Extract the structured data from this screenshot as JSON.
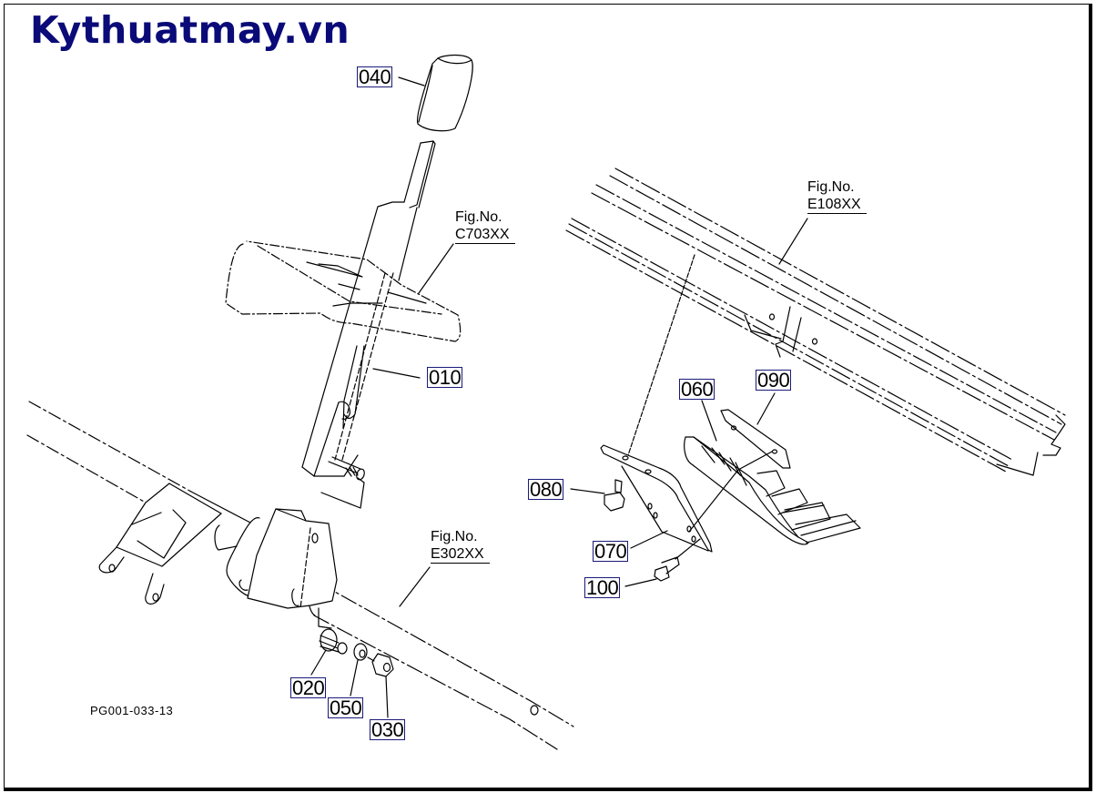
{
  "header": {
    "site_title": "Kythuatmay.vn",
    "title_color": "#0a0a78"
  },
  "diagram": {
    "reference_code": "PG001-033-13",
    "figure_refs": [
      {
        "label": "Fig.No.",
        "code": "C703XX"
      },
      {
        "label": "Fig.No.",
        "code": "E108XX"
      },
      {
        "label": "Fig.No.",
        "code": "E302XX"
      }
    ],
    "part_callouts": [
      {
        "number": "010",
        "part": "lever"
      },
      {
        "number": "020",
        "part": "spring"
      },
      {
        "number": "030",
        "part": "nut"
      },
      {
        "number": "040",
        "part": "grip-knob"
      },
      {
        "number": "050",
        "part": "washer"
      },
      {
        "number": "060",
        "part": "guide-plate"
      },
      {
        "number": "070",
        "part": "bracket"
      },
      {
        "number": "080",
        "part": "bolt"
      },
      {
        "number": "090",
        "part": "plate"
      },
      {
        "number": "100",
        "part": "bolt"
      }
    ],
    "callout_border_color": "#1a1a7a"
  }
}
